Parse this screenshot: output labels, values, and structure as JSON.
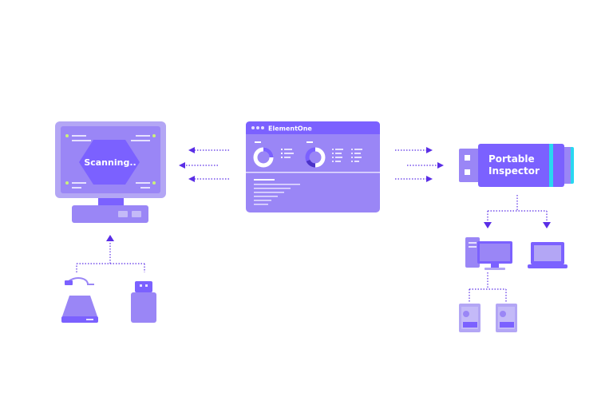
{
  "scanner": {
    "status": "Scanning.."
  },
  "dashboard": {
    "title": "ElementOne"
  },
  "device": {
    "line1": "Portable",
    "line2": "Inspector"
  },
  "colors": {
    "primary": "#7b61ff",
    "primary_light": "#9a86f6",
    "primary_pale": "#b3a6f5",
    "primary_dark": "#4b32c8",
    "accent_cyan": "#29d7f0",
    "accent_green": "#c9f27b",
    "arrow": "#5a2ee6"
  }
}
